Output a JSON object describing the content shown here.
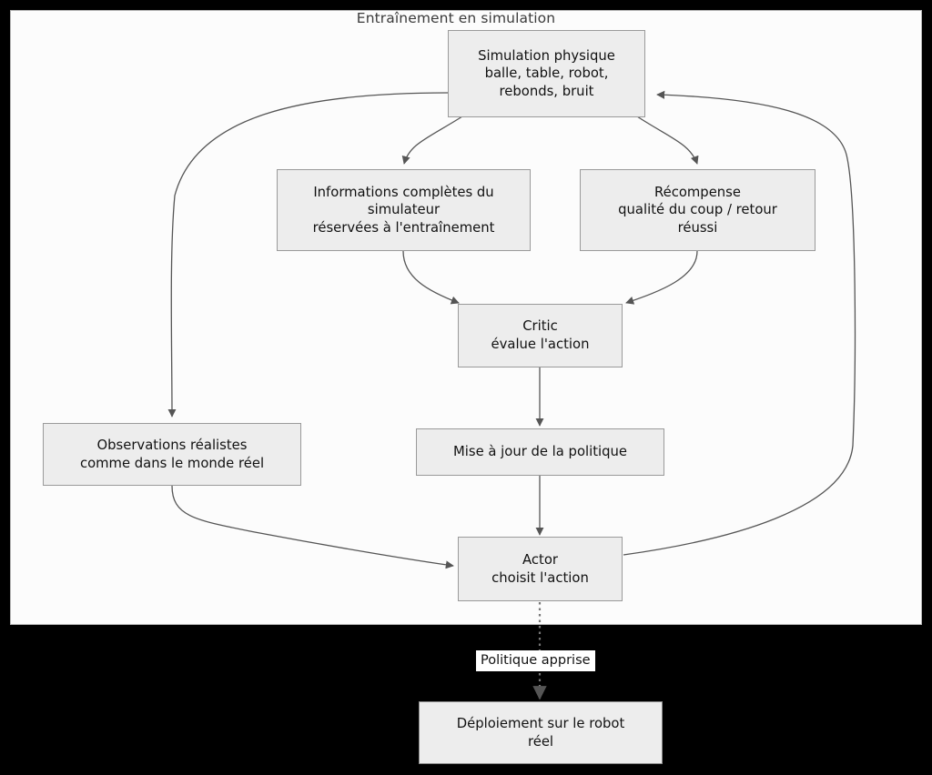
{
  "diagram": {
    "title": "Entraînement en simulation",
    "background_color": "#000000",
    "panel_color": "#fcfcfc",
    "node_fill": "#ededed",
    "node_stroke": "#9a9a9a",
    "edge_color": "#555555",
    "nodes": [
      {
        "id": "sim",
        "label": "Simulation physique\nballe, table, robot,\nrebonds, bruit"
      },
      {
        "id": "infos",
        "label": "Informations complètes du\nsimulateur\nréservées à l'entraînement"
      },
      {
        "id": "reward",
        "label": "Récompense\nqualité du coup / retour\nréussi"
      },
      {
        "id": "critic",
        "label": "Critic\névalue l'action"
      },
      {
        "id": "obs",
        "label": "Observations réalistes\ncomme dans le monde réel"
      },
      {
        "id": "update",
        "label": "Mise à jour de la politique"
      },
      {
        "id": "actor",
        "label": "Actor\nchoisit l'action"
      },
      {
        "id": "deploy",
        "label": "Déploiement sur le robot\nréel"
      }
    ],
    "edge_labels": [
      {
        "id": "policy",
        "label": "Politique apprise"
      }
    ]
  }
}
